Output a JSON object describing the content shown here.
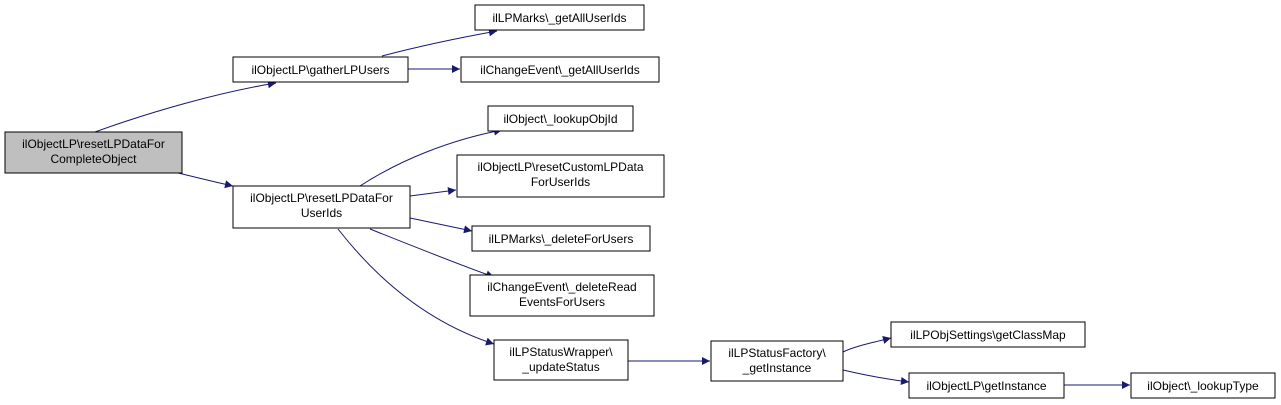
{
  "nodes": {
    "root": [
      "ilObjectLP\\resetLPDataFor",
      "CompleteObject"
    ],
    "gather": [
      "ilObjectLP\\gatherLPUsers"
    ],
    "lpmarks_all": [
      "ilLPMarks\\_getAllUserIds"
    ],
    "change_all": [
      "ilChangeEvent\\_getAllUserIds"
    ],
    "reset_users": [
      "ilObjectLP\\resetLPDataFor",
      "UserIds"
    ],
    "lookup_obj": [
      "ilObject\\_lookupObjId"
    ],
    "reset_custom": [
      "ilObjectLP\\resetCustomLPData",
      "ForUserIds"
    ],
    "lpmarks_delete": [
      "ilLPMarks\\_deleteForUsers"
    ],
    "change_delete": [
      "ilChangeEvent\\_deleteRead",
      "EventsForUsers"
    ],
    "status_wrapper": [
      "ilLPStatusWrapper\\",
      "_updateStatus"
    ],
    "status_factory": [
      "ilLPStatusFactory\\",
      "_getInstance"
    ],
    "obj_settings": [
      "ilLPObjSettings\\getClassMap"
    ],
    "get_instance": [
      "ilObjectLP\\getInstance"
    ],
    "lookup_type": [
      "ilObject\\_lookupType"
    ]
  },
  "colors": {
    "edge": "#191970",
    "root_fill": "#bfbfbf",
    "node_fill": "#ffffff"
  }
}
